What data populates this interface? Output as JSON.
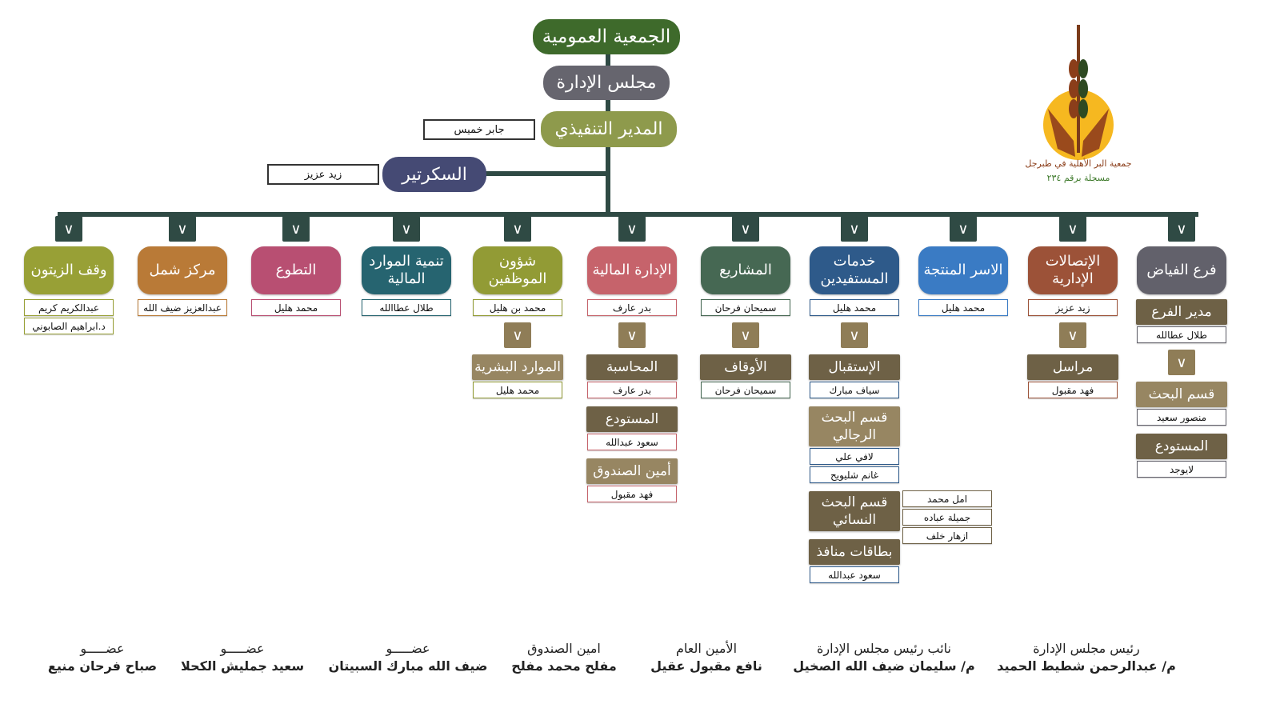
{
  "top": {
    "general_assembly": "الجمعية العمومية",
    "board": "مجلس الإدارة",
    "executive_director": {
      "title": "المدير التنفيذي",
      "name": "جابر خميس"
    },
    "secretary": {
      "title": "السكرتير",
      "name": "زيد عزيز"
    }
  },
  "logo": {
    "text": "جمعية البر الأهلية في طبرجل",
    "reg": "مسجلة برقم ٢٣٤"
  },
  "colors": {
    "line": "#2f4a44",
    "sub_dark": "#6e6146",
    "sub_light": "#978662"
  },
  "departments": [
    {
      "title": "فرع الفياض",
      "color": "#62616b",
      "items": [
        {
          "type": "sub",
          "style": "dark",
          "label": "مدير الفرع"
        },
        {
          "type": "person",
          "label": "طلال عطالله"
        },
        {
          "type": "chev"
        },
        {
          "type": "sub",
          "style": "light",
          "label": "قسم البحث"
        },
        {
          "type": "person",
          "label": "منصور سعيد"
        },
        {
          "type": "sub",
          "style": "dark",
          "label": "المستودع"
        },
        {
          "type": "person",
          "label": "لايوجد"
        }
      ]
    },
    {
      "title": "الإتصالات الإدارية",
      "color": "#9c5238",
      "items": [
        {
          "type": "person",
          "label": "زيد عزيز"
        },
        {
          "type": "chev"
        },
        {
          "type": "sub",
          "style": "dark",
          "label": "مراسل"
        },
        {
          "type": "person",
          "label": "فهد مقبول"
        }
      ]
    },
    {
      "title": "الاسر المنتجة",
      "color": "#3a7bc4",
      "items": [
        {
          "type": "person",
          "label": "محمد هليل"
        }
      ]
    },
    {
      "title": "خدمات المستفيدين",
      "color": "#2e5a8a",
      "items": [
        {
          "type": "person",
          "label": "محمد هليل"
        },
        {
          "type": "chev"
        },
        {
          "type": "sub",
          "style": "dark",
          "label": "الإستقبال"
        },
        {
          "type": "person",
          "label": "سياف مبارك"
        },
        {
          "type": "sub",
          "style": "light",
          "label": "قسم البحث الرجالي"
        },
        {
          "type": "person",
          "label": "لافي علي"
        },
        {
          "type": "person",
          "label": "غانم شليويح"
        },
        {
          "type": "sub",
          "style": "dark",
          "label": "قسم البحث النسائي"
        },
        {
          "type": "sub",
          "style": "dark",
          "label": "بطاقات منافذ"
        },
        {
          "type": "person",
          "label": "سعود عبدالله"
        }
      ],
      "women_research_staff": [
        "امل محمد",
        "جميلة عباده",
        "ازهار خلف"
      ]
    },
    {
      "title": "المشاريع",
      "color": "#466853",
      "items": [
        {
          "type": "person",
          "label": "سميحان فرحان"
        },
        {
          "type": "chev"
        },
        {
          "type": "sub",
          "style": "dark",
          "label": "الأوقاف"
        },
        {
          "type": "person",
          "label": "سميحان فرحان"
        }
      ]
    },
    {
      "title": "الإدارة المالية",
      "color": "#c6636b",
      "items": [
        {
          "type": "person",
          "label": "بدر عارف"
        },
        {
          "type": "chev"
        },
        {
          "type": "sub",
          "style": "dark",
          "label": "المحاسبة"
        },
        {
          "type": "person",
          "label": "بدر عارف"
        },
        {
          "type": "sub",
          "style": "dark",
          "label": "المستودع"
        },
        {
          "type": "person",
          "label": "سعود عبدالله"
        },
        {
          "type": "sub",
          "style": "light",
          "label": "أمين الصندوق"
        },
        {
          "type": "person",
          "label": "فهد مقبول"
        }
      ]
    },
    {
      "title": "شؤون الموظفين",
      "color": "#929b35",
      "items": [
        {
          "type": "person",
          "label": "محمد بن هليل"
        },
        {
          "type": "chev"
        },
        {
          "type": "sub",
          "style": "light",
          "label": "الموارد البشرية"
        },
        {
          "type": "person",
          "label": "محمد هليل"
        }
      ]
    },
    {
      "title": "تنمية الموارد المالية",
      "color": "#266470",
      "items": [
        {
          "type": "person",
          "label": "طلال عطاالله"
        }
      ]
    },
    {
      "title": "التطوع",
      "color": "#b84f72",
      "items": [
        {
          "type": "person",
          "label": "محمد هليل"
        }
      ]
    },
    {
      "title": "مركز شمل",
      "color": "#b97a37",
      "items": [
        {
          "type": "person",
          "label": "عبدالعزيز ضيف الله"
        }
      ]
    },
    {
      "title": "وقف الزيتون",
      "color": "#98a036",
      "items": [
        {
          "type": "person",
          "label": "عبدالكريم كريم"
        },
        {
          "type": "person",
          "label": "د.ابراهيم الصابوني"
        }
      ]
    }
  ],
  "board_members": [
    {
      "role": "رئيس مجلس الإدارة",
      "name": "م/ عبدالرحمن شطيط الحميد"
    },
    {
      "role": "نائب رئيس مجلس الإدارة",
      "name": "م/ سليمان ضيف الله الصخيل"
    },
    {
      "role": "الأمين العام",
      "name": "نافع مقبول عقيل"
    },
    {
      "role": "امين الصندوق",
      "name": "مفلح محمد مفلح"
    },
    {
      "role": "عضـــــو",
      "name": "ضيف الله مبارك السبيتان"
    },
    {
      "role": "عضـــــو",
      "name": "سعيد جمليش الكحلا"
    },
    {
      "role": "عضـــــو",
      "name": "صباح فرحان منيع"
    }
  ]
}
